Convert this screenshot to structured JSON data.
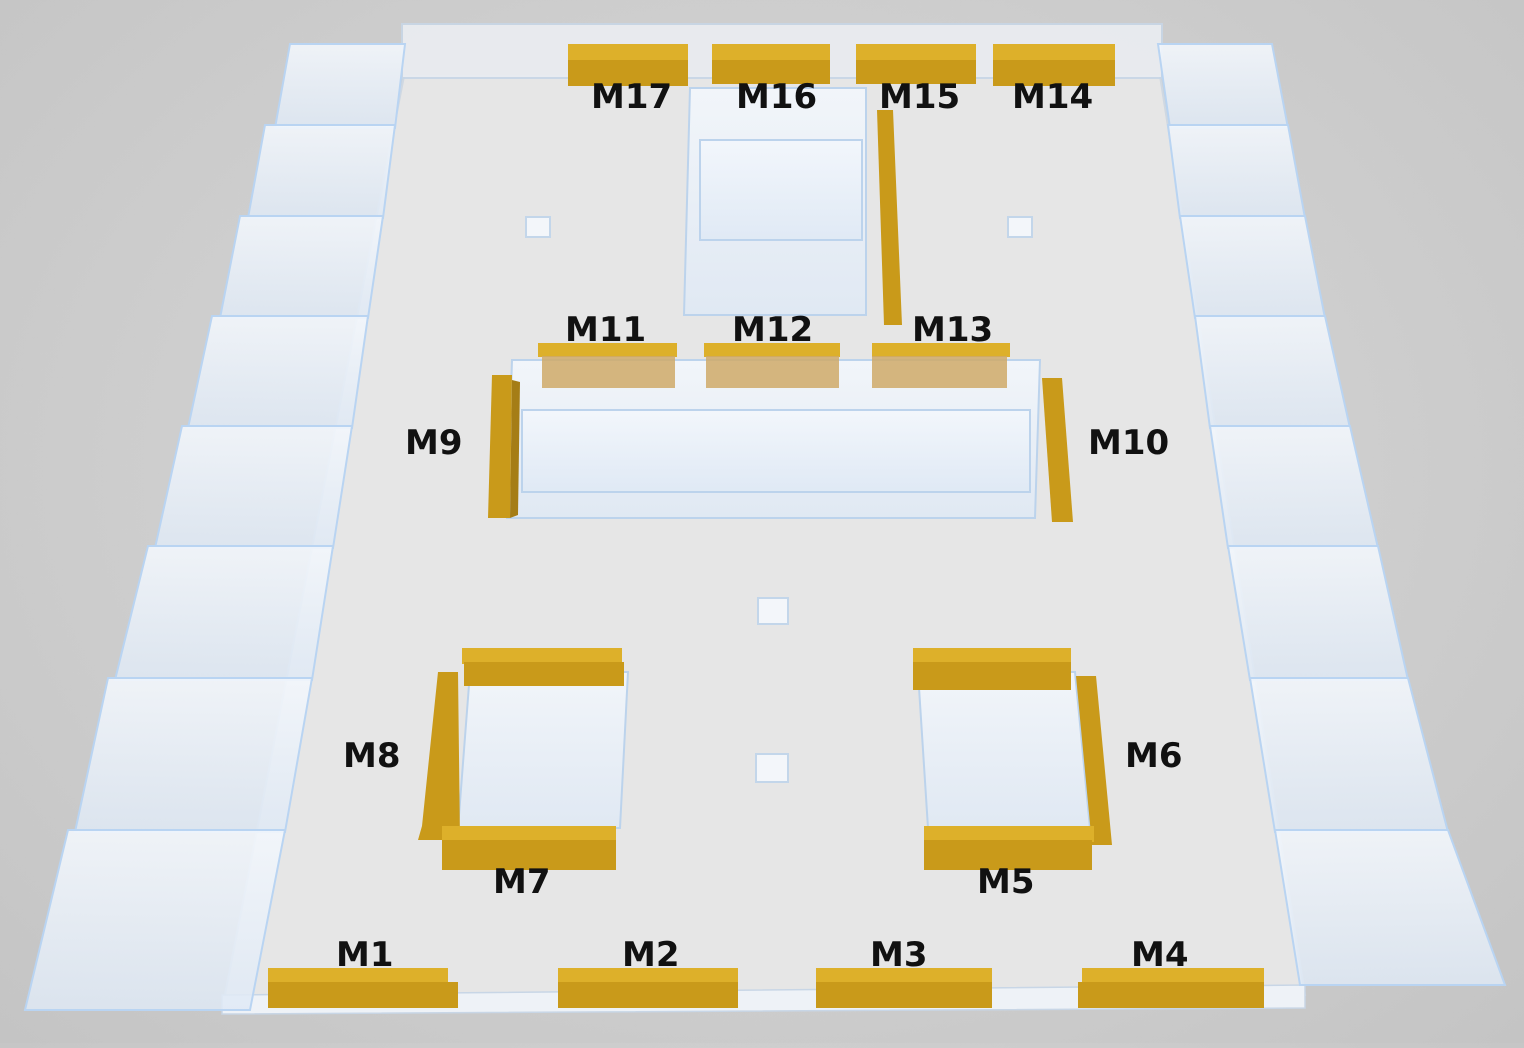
{
  "labels": {
    "m1": "M1",
    "m2": "M2",
    "m3": "M3",
    "m4": "M4",
    "m5": "M5",
    "m6": "M6",
    "m7": "M7",
    "m8": "M8",
    "m9": "M9",
    "m10": "M10",
    "m11": "M11",
    "m12": "M12",
    "m13": "M13",
    "m14": "M14",
    "m15": "M15",
    "m16": "M16",
    "m17": "M17"
  },
  "colors": {
    "module_gold": "#d4a421",
    "module_gold_side": "#a57d16",
    "glass_fill": "#eef4fb",
    "glass_edge": "#b9d4f2",
    "floor": "#e4e4e4",
    "label": "#111111"
  }
}
